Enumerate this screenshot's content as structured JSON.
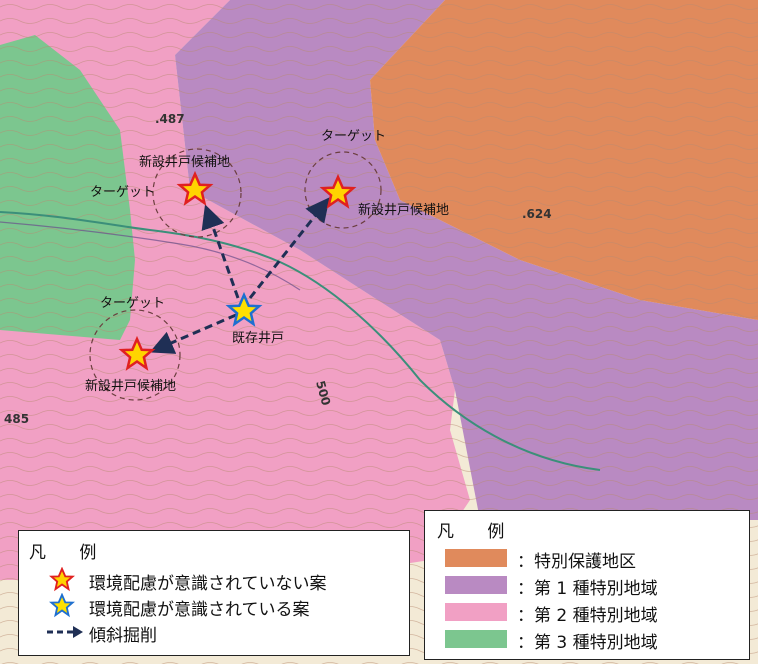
{
  "map": {
    "labels": {
      "target_nw": "ターゲット",
      "site_nw": "新設井戸候補地",
      "target_ne": "ターゲット",
      "site_ne": "新設井戸候補地",
      "target_sw": "ターゲット",
      "site_sw": "新設井戸候補地",
      "existing_well": "既存井戸"
    },
    "elevations": {
      "e487": ".487",
      "e624": ".624",
      "e485": "485",
      "e500": "500"
    },
    "colors": {
      "base": "#f3ead6",
      "special_protection": "#e08a5c",
      "class1": "#b98ac2",
      "class2": "#f1a0c4",
      "class3": "#7cc68f",
      "river": "#3b8f7a",
      "contour": "#b78a70",
      "arrow": "#1f2f55"
    }
  },
  "legend_left": {
    "title": "凡 例",
    "items": [
      {
        "icon": "red-star-icon",
        "text": "環境配慮が意識されていない案"
      },
      {
        "icon": "yellow-star-icon",
        "text": "環境配慮が意識されている案"
      },
      {
        "icon": "dashed-arrow-icon",
        "text": "傾斜掘削"
      }
    ]
  },
  "legend_right": {
    "title": "凡 例",
    "items": [
      {
        "color": "#e08a5c",
        "text": "：特別保護地区"
      },
      {
        "color": "#b98ac2",
        "text": "：第 1 種特別地域"
      },
      {
        "color": "#f1a0c4",
        "text": "：第 2 種特別地域"
      },
      {
        "color": "#7cc68f",
        "text": "：第 3 種特別地域"
      }
    ]
  }
}
